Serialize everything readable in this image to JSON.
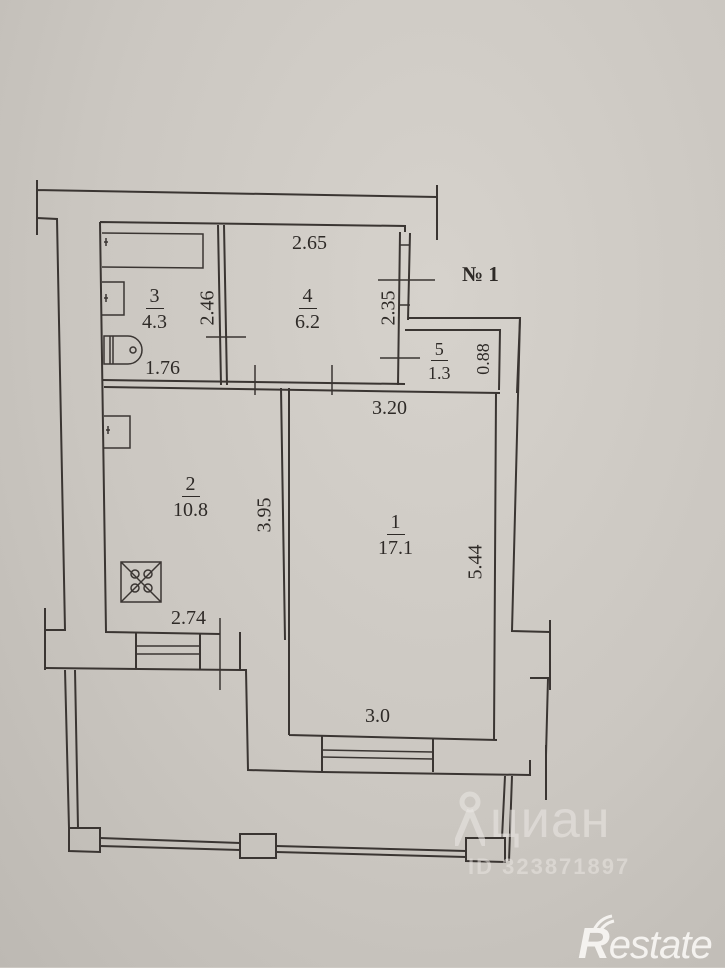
{
  "plan": {
    "apartment_label": "№ 1",
    "rooms": [
      {
        "number": "1",
        "area": "17.1"
      },
      {
        "number": "2",
        "area": "10.8"
      },
      {
        "number": "3",
        "area": "4.3"
      },
      {
        "number": "4",
        "area": "6.2"
      },
      {
        "number": "5",
        "area": "1.3"
      }
    ],
    "dimensions": {
      "room4_width": "2.65",
      "room3_height": "2.46",
      "room4_height": "2.35",
      "room3_width": "1.76",
      "room5_height": "0.88",
      "room1_top_width": "3.20",
      "room2_height": "3.95",
      "room1_height": "5.44",
      "room2_width": "2.74",
      "room1_bottom_width": "3.0"
    }
  },
  "watermarks": {
    "cian": "циан",
    "listing_id": "ID 323871897",
    "restate": "estate",
    "restate_initial": "R"
  }
}
